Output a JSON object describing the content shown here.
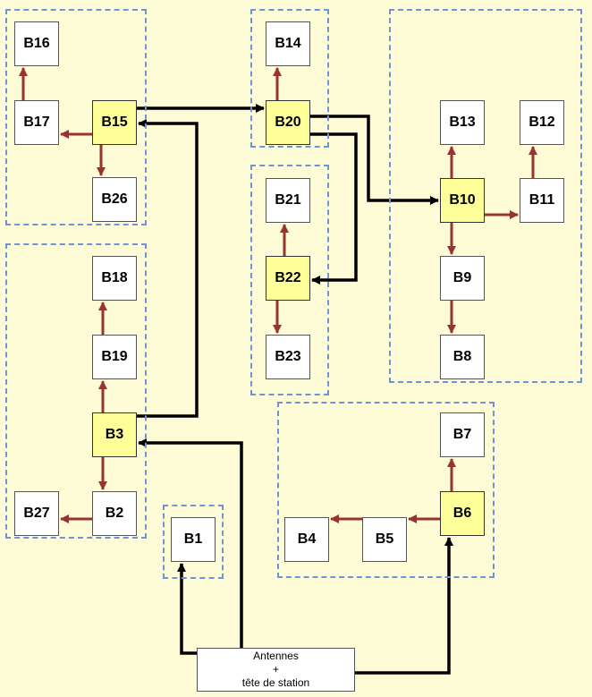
{
  "colors": {
    "background": "#fefbd7",
    "hub_fill": "#ffff99",
    "node_fill": "#ffffff",
    "group_border": "#6f93d6",
    "main_link": "#000000",
    "branch_link": "#993333"
  },
  "source": {
    "line1": "Antennes",
    "line2": "+",
    "line3": "tête de station"
  },
  "nodes": {
    "B1": "B1",
    "B2": "B2",
    "B3": "B3",
    "B4": "B4",
    "B5": "B5",
    "B6": "B6",
    "B7": "B7",
    "B8": "B8",
    "B9": "B9",
    "B10": "B10",
    "B11": "B11",
    "B12": "B12",
    "B13": "B13",
    "B14": "B14",
    "B15": "B15",
    "B16": "B16",
    "B17": "B17",
    "B18": "B18",
    "B19": "B19",
    "B20": "B20",
    "B21": "B21",
    "B22": "B22",
    "B23": "B23",
    "B26": "B26",
    "B27": "B27"
  },
  "hubs": [
    "B3",
    "B6",
    "B10",
    "B15",
    "B20",
    "B22"
  ],
  "main_links": [
    [
      "source",
      "B1"
    ],
    [
      "source",
      "B3"
    ],
    [
      "source",
      "B6"
    ],
    [
      "B3",
      "B15"
    ],
    [
      "B15",
      "B20"
    ],
    [
      "B20",
      "B10"
    ],
    [
      "B20",
      "B22"
    ]
  ],
  "branch_links": [
    [
      "B15",
      "B17"
    ],
    [
      "B17",
      "B16"
    ],
    [
      "B15",
      "B26"
    ],
    [
      "B20",
      "B14"
    ],
    [
      "B22",
      "B21"
    ],
    [
      "B22",
      "B23"
    ],
    [
      "B10",
      "B13"
    ],
    [
      "B10",
      "B11"
    ],
    [
      "B11",
      "B12"
    ],
    [
      "B10",
      "B9"
    ],
    [
      "B9",
      "B8"
    ],
    [
      "B3",
      "B19"
    ],
    [
      "B19",
      "B18"
    ],
    [
      "B3",
      "B2"
    ],
    [
      "B2",
      "B27"
    ],
    [
      "B6",
      "B7"
    ],
    [
      "B6",
      "B5"
    ],
    [
      "B5",
      "B4"
    ]
  ]
}
